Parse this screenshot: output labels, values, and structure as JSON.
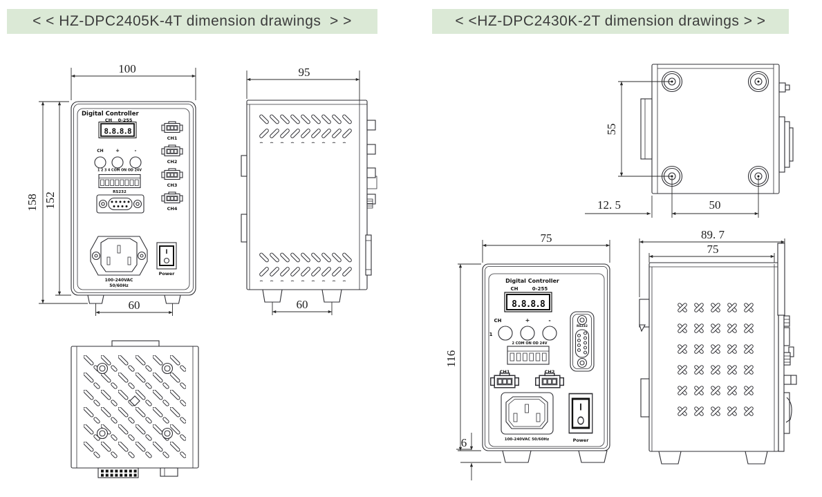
{
  "titles": {
    "left": "< < HZ-DPC2405K-4T dimension drawings  > >",
    "right": "< <HZ-DPC2430K-2T dimension drawings > >"
  },
  "unit1": {
    "front": {
      "panel_title": "Digital Controller",
      "disp_ch": "CH",
      "disp_range": "0-255",
      "display_value": "8.8.8.8",
      "btn_ch": "CH",
      "btn_plus": "+",
      "btn_minus": "-",
      "dip_label": "1 2 3 4 COM ON OD 24V",
      "rs232": "RS232",
      "ch1": "CH1",
      "ch2": "CH2",
      "ch3": "CH3",
      "ch4": "CH4",
      "voltage": "100-240VAC",
      "freq": "50/60Hz",
      "power": "Power",
      "dim_width": "100",
      "dim_height_outer": "158",
      "dim_height_inner": "152",
      "dim_feet_span": "60"
    },
    "side": {
      "dim_depth": "95",
      "dim_feet_span": "60"
    }
  },
  "unit2": {
    "bottom": {
      "dim_foot_spacing_v": "55",
      "dim_edge_offset": "12. 5",
      "dim_foot_spacing_h": "50"
    },
    "front": {
      "panel_title": "Digital Controller",
      "disp_ch": "CH",
      "disp_range": "0-255",
      "display_value": "8.8.8.8",
      "btn_index": "1",
      "btn_ch": "CH",
      "btn_plus": "+",
      "btn_minus": "-",
      "dip_label": "2 COM ON OD 24V",
      "ch1": "CH1",
      "ch2": "CH2",
      "rs232": "RS232",
      "voltage": "100-240VAC  50/60Hz",
      "power": "Power",
      "dim_width": "75",
      "dim_height": "116",
      "dim_feet_height": "6"
    },
    "side": {
      "dim_depth_outer": "89. 7",
      "dim_depth_inner": "75"
    }
  }
}
